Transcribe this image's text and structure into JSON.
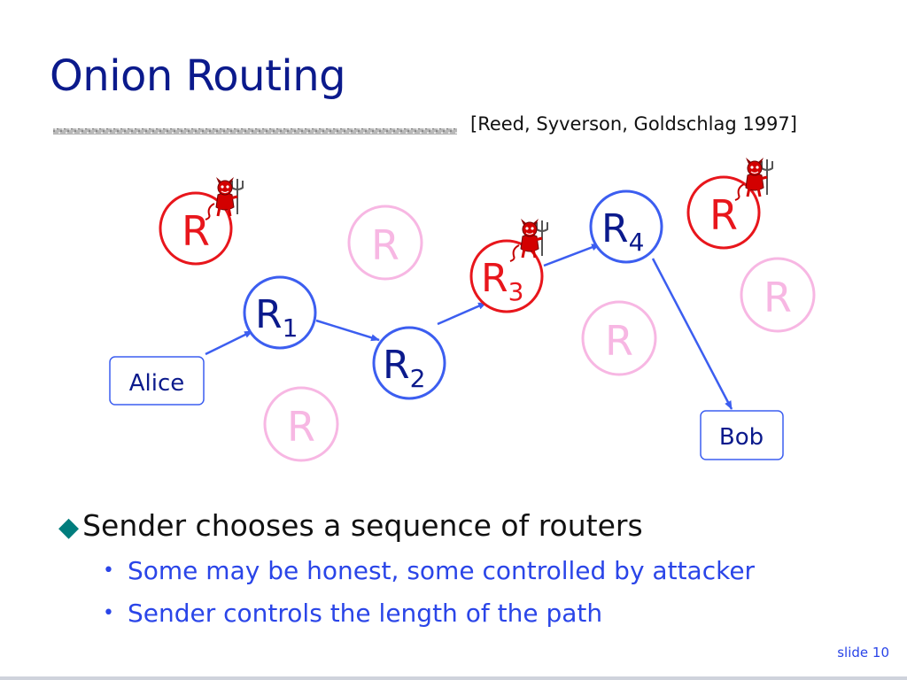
{
  "slide": {
    "title": "Onion Routing",
    "citation": "[Reed, Syverson, Goldschlag  1997]",
    "slide_number": "slide 10"
  },
  "colors": {
    "title": "#0b1a8c",
    "honest_router": "#3c5ef0",
    "compromised_router": "#e8161c",
    "unused_router": "#f7b7e3",
    "text_blue": "#2a45e8",
    "bullet_diamond": "#007d7d"
  },
  "diagram": {
    "alice_label": "Alice",
    "bob_label": "Bob",
    "path_routers": [
      {
        "letter": "R",
        "subscript": "1",
        "kind": "honest"
      },
      {
        "letter": "R",
        "subscript": "2",
        "kind": "honest"
      },
      {
        "letter": "R",
        "subscript": "3",
        "kind": "compromised"
      },
      {
        "letter": "R",
        "subscript": "4",
        "kind": "honest"
      }
    ],
    "other_routers": [
      {
        "letter": "R",
        "kind": "compromised"
      },
      {
        "letter": "R",
        "kind": "unused"
      },
      {
        "letter": "R",
        "kind": "compromised"
      },
      {
        "letter": "R",
        "kind": "unused"
      },
      {
        "letter": "R",
        "kind": "unused"
      },
      {
        "letter": "R",
        "kind": "unused"
      }
    ],
    "path_order": [
      "Alice",
      "R1",
      "R2",
      "R3",
      "R4",
      "Bob"
    ],
    "attacker_icon": "devil-icon"
  },
  "bullets": {
    "main": "Sender chooses a sequence of routers",
    "sub": [
      "Some may be honest, some controlled by attacker",
      "Sender controls the length of the path"
    ]
  }
}
